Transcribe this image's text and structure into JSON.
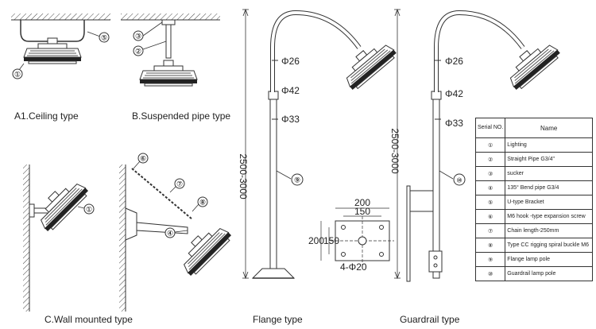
{
  "captions": {
    "ceiling": "A1.Ceiling type",
    "suspended": "B.Suspended pipe type",
    "wall": "C.Wall mounted type",
    "flange": "Flange type",
    "guardrail": "Guardrail type"
  },
  "callouts": {
    "c1": "①",
    "c2": "②",
    "c3": "③",
    "c4": "④",
    "c5": "⑤",
    "c6": "⑥",
    "c7": "⑦",
    "c8": "⑧",
    "c9": "⑨",
    "c10": "⑩"
  },
  "dimensions": {
    "pole_height": "2500-3000",
    "dia26": "Φ26",
    "dia42": "Φ42",
    "dia33": "Φ33",
    "flange_200_top": "200",
    "flange_150_top": "150",
    "flange_200_side": "200",
    "flange_150_side": "150",
    "flange_holes": "4-Φ20"
  },
  "parts_table": {
    "header_no": "Serial NO.",
    "header_name": "Name",
    "rows": [
      {
        "no": "①",
        "name": "Lighting"
      },
      {
        "no": "②",
        "name": "Straight Pipe G3/4\""
      },
      {
        "no": "③",
        "name": "sucker"
      },
      {
        "no": "④",
        "name": "135° Bend pipe G3/4"
      },
      {
        "no": "⑤",
        "name": "U-type Bracket"
      },
      {
        "no": "⑥",
        "name": "M6 hook -type expansion screw"
      },
      {
        "no": "⑦",
        "name": "Chain length-250mm"
      },
      {
        "no": "⑧",
        "name": "Type CC rigging spiral buckle M6"
      },
      {
        "no": "⑨",
        "name": "Flange lamp pole"
      },
      {
        "no": "⑩",
        "name": "Guardrail lamp pole"
      }
    ]
  }
}
